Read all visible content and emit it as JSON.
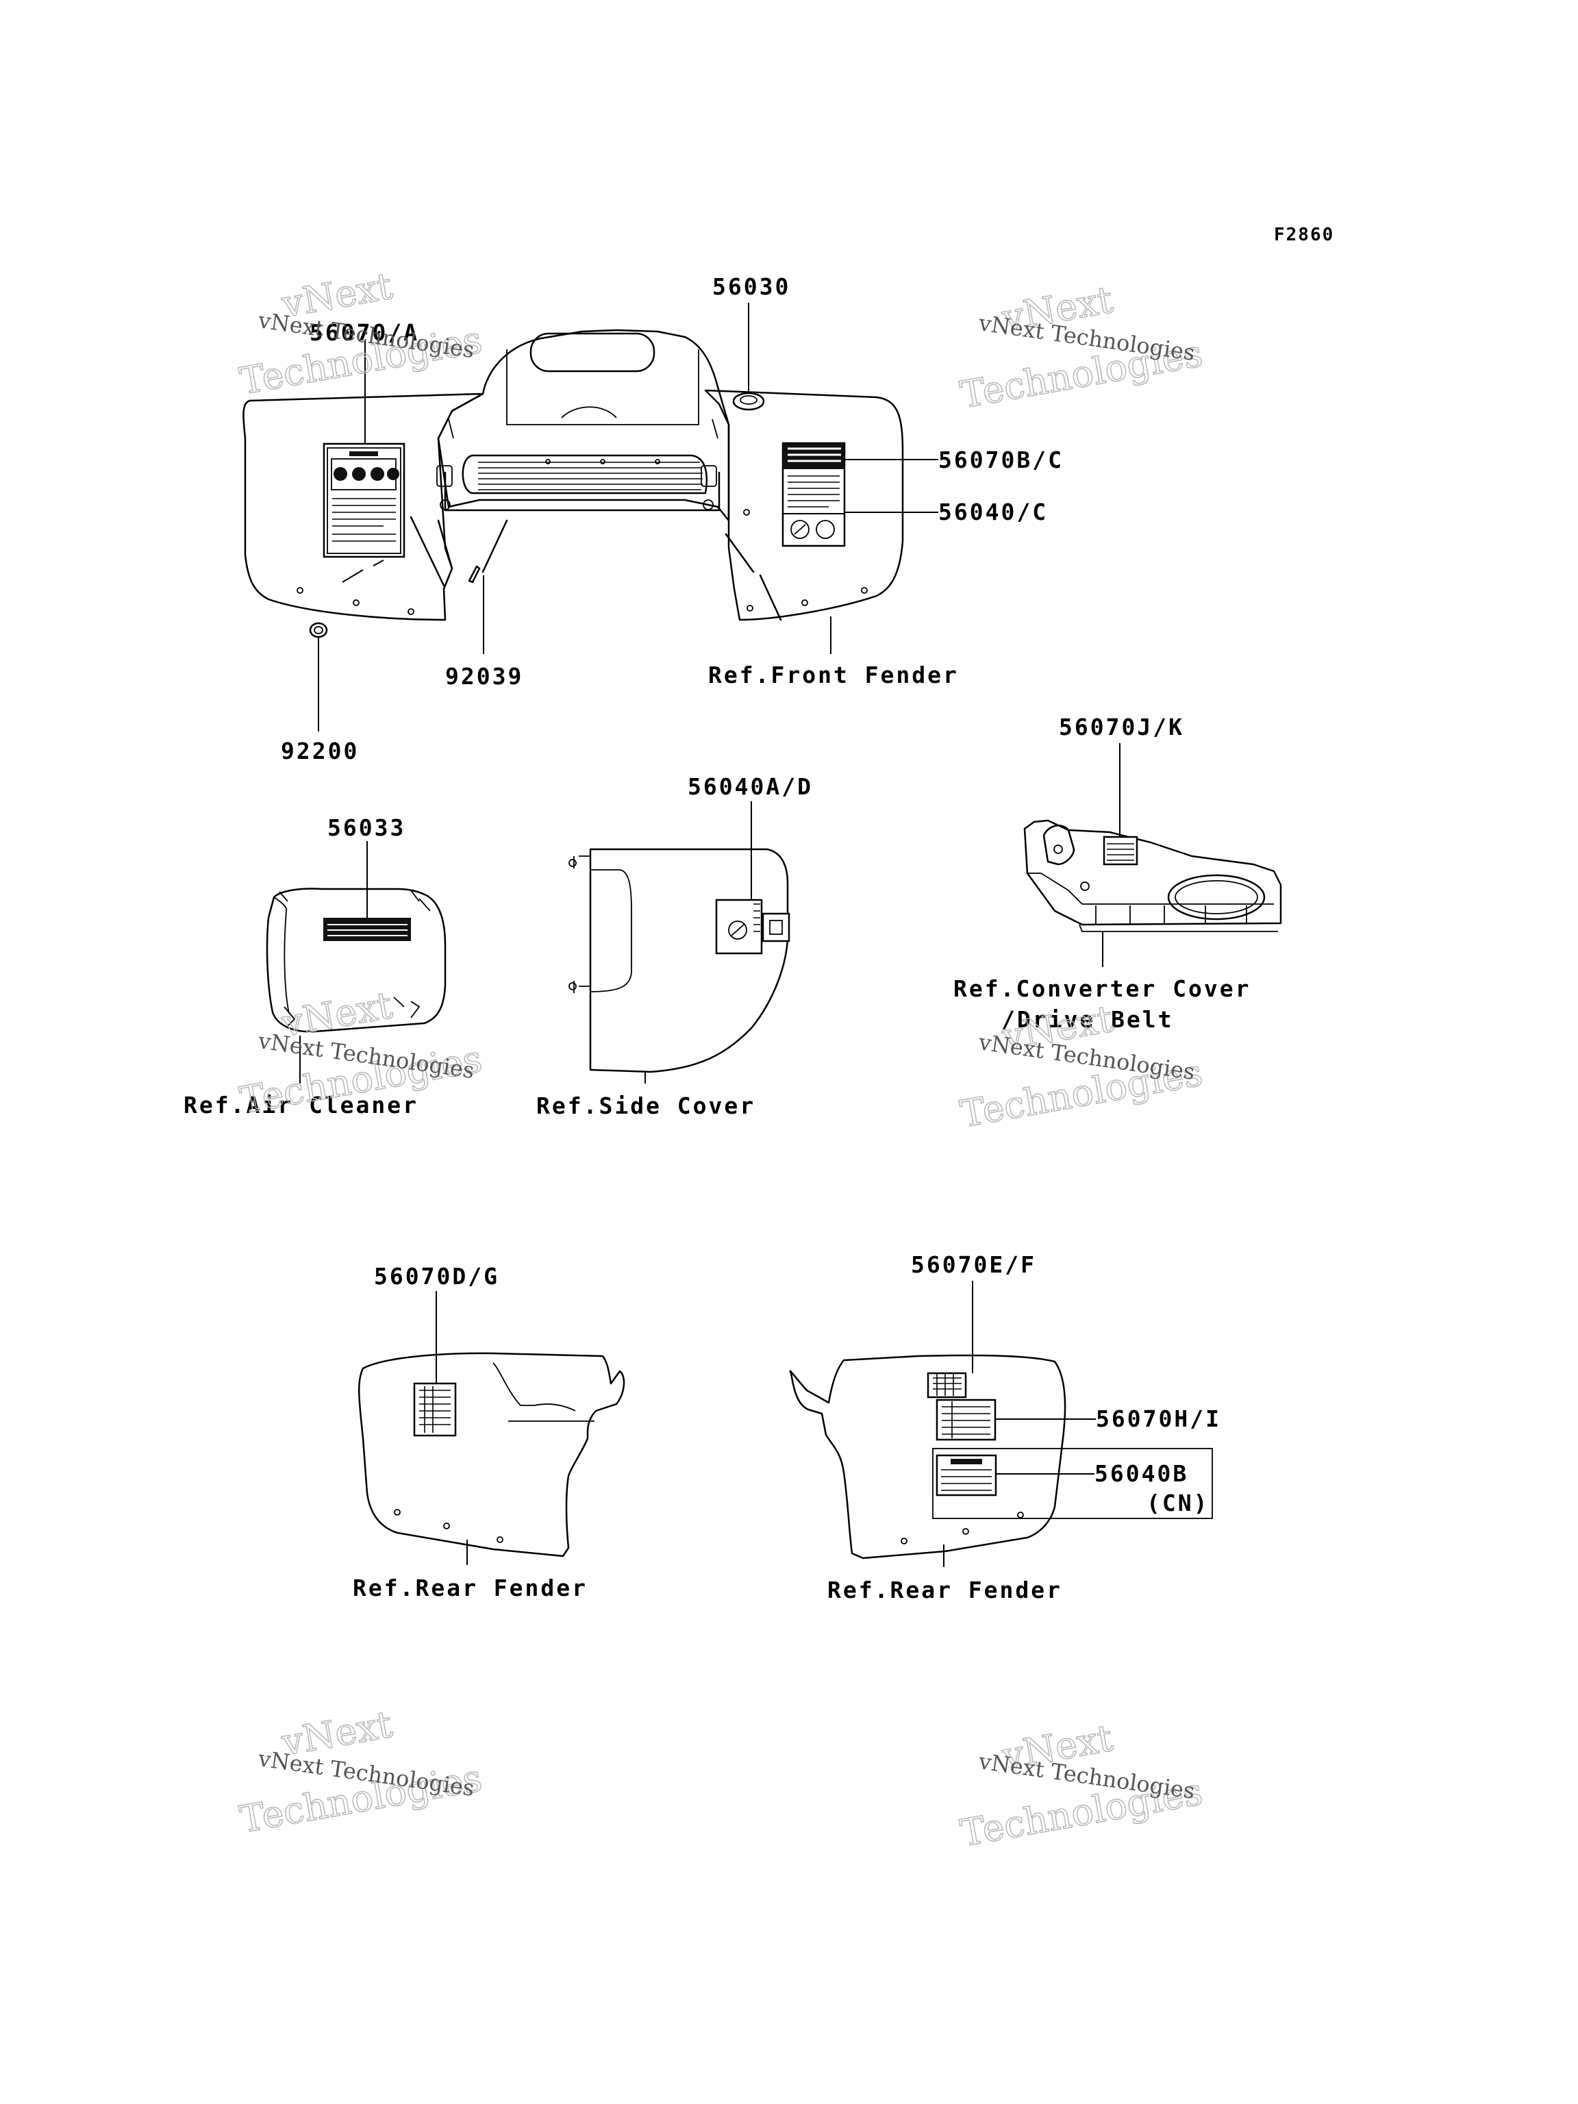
{
  "figure_code": "F2860",
  "callouts": {
    "p56030": "56030",
    "p56070a": "56070/A",
    "p56070bc": "56070B/C",
    "p56040c": "56040/C",
    "p92039": "92039",
    "p92200": "92200",
    "ref_front_fender": "Ref.Front Fender",
    "p56070jk": "56070J/K",
    "p56040ad": "56040A/D",
    "p56033": "56033",
    "ref_converter_1": "Ref.Converter Cover",
    "ref_converter_2": "/Drive Belt",
    "ref_air_cleaner": "Ref.Air Cleaner",
    "ref_side_cover": "Ref.Side Cover",
    "p56070dg": "56070D/G",
    "p56070ef": "56070E/F",
    "p56070hi": "56070H/I",
    "p56040b": "56040B",
    "p56040b_note": "(CN)",
    "ref_rear_fender_left": "Ref.Rear Fender",
    "ref_rear_fender_right": "Ref.Rear Fender"
  },
  "watermark": {
    "line1": "vNext Technologies",
    "line2": "vNext",
    "line3": "Technologies"
  }
}
